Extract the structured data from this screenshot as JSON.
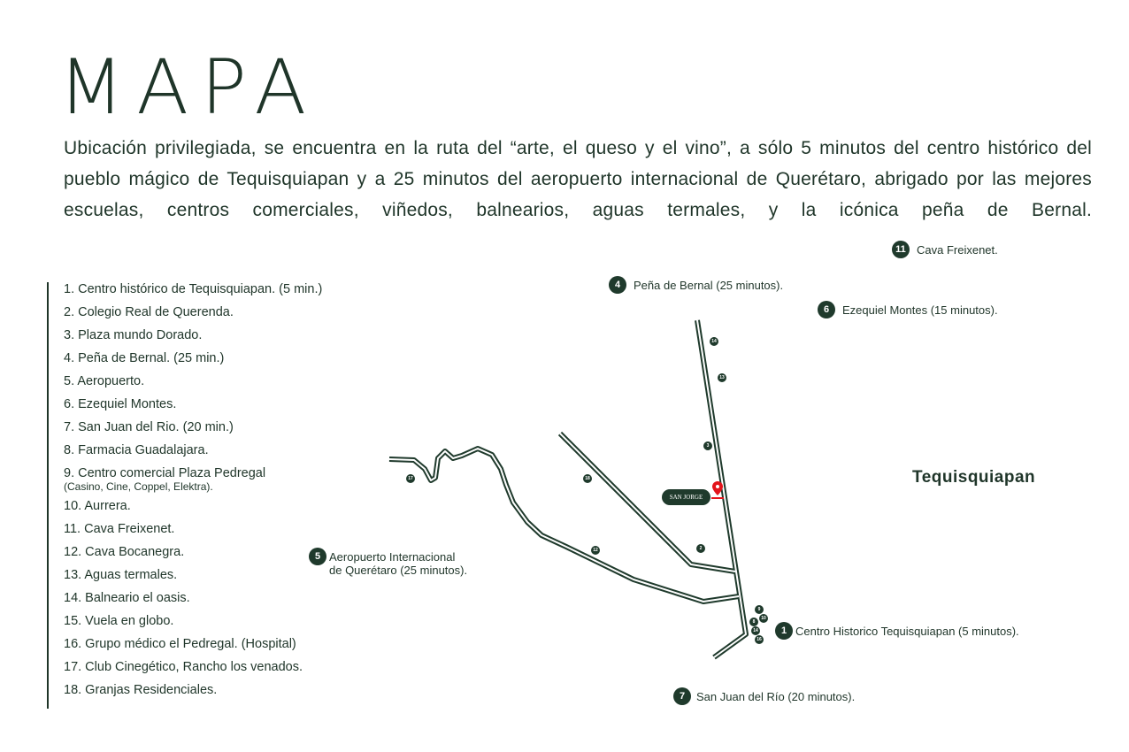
{
  "header": {
    "title": "MAPA",
    "intro": "Ubicación privilegiada, se encuentra en la ruta del “arte, el queso y el vino”, a sólo 5 minutos del centro histórico del pueblo mágico de Tequisquiapan y a 25 minutos del aeropuerto internacional de Querétaro, abrigado por las mejores escuelas, centros comerciales, viñedos, balnearios, aguas termales, y la icónica peña de Bernal."
  },
  "legend": [
    "1. Centro histórico de Tequisquiapan. (5 min.)",
    "2. Colegio Real de Querenda.",
    "3. Plaza mundo Dorado.",
    "4. Peña de Bernal. (25 min.)",
    "5. Aeropuerto.",
    "6. Ezequiel Montes.",
    "7. San Juan del Rio. (20 min.)",
    "8. Farmacia Guadalajara.",
    "9. Centro comercial Plaza Pedregal",
    "10. Aurrera.",
    "11. Cava Freixenet.",
    "12. Cava Bocanegra.",
    "13. Aguas termales.",
    "14. Balneario el oasis.",
    "15. Vuela en globo.",
    "16. Grupo médico el Pedregal. (Hospital)",
    "17. Club Cinegético, Rancho los venados.",
    "18. Granjas Residenciales."
  ],
  "legend_sub9": "(Casino, Cine, Coppel, Elektra).",
  "map": {
    "town": "Tequisquiapan",
    "brand": "SAN JORGE",
    "pins": [
      {
        "num": "11",
        "label": "Cava Freixenet."
      },
      {
        "num": "4",
        "label": "Peña de Bernal (25 minutos)."
      },
      {
        "num": "6",
        "label": "Ezequiel Montes (15 minutos)."
      },
      {
        "num": "5",
        "label": "Aeropuerto Internacional",
        "label2": "de Querétaro (25 minutos)."
      },
      {
        "num": "1",
        "label": "Centro Historico Tequisquiapan (5 minutos)."
      },
      {
        "num": "7",
        "label": "San Juan del Río (20 minutos)."
      }
    ],
    "mini": [
      "14",
      "13",
      "3",
      "18",
      "2",
      "12",
      "9",
      "10",
      "8",
      "14",
      "16",
      "17"
    ],
    "colors": {
      "ink": "#1f3a2c",
      "pin": "#e3141b"
    }
  }
}
